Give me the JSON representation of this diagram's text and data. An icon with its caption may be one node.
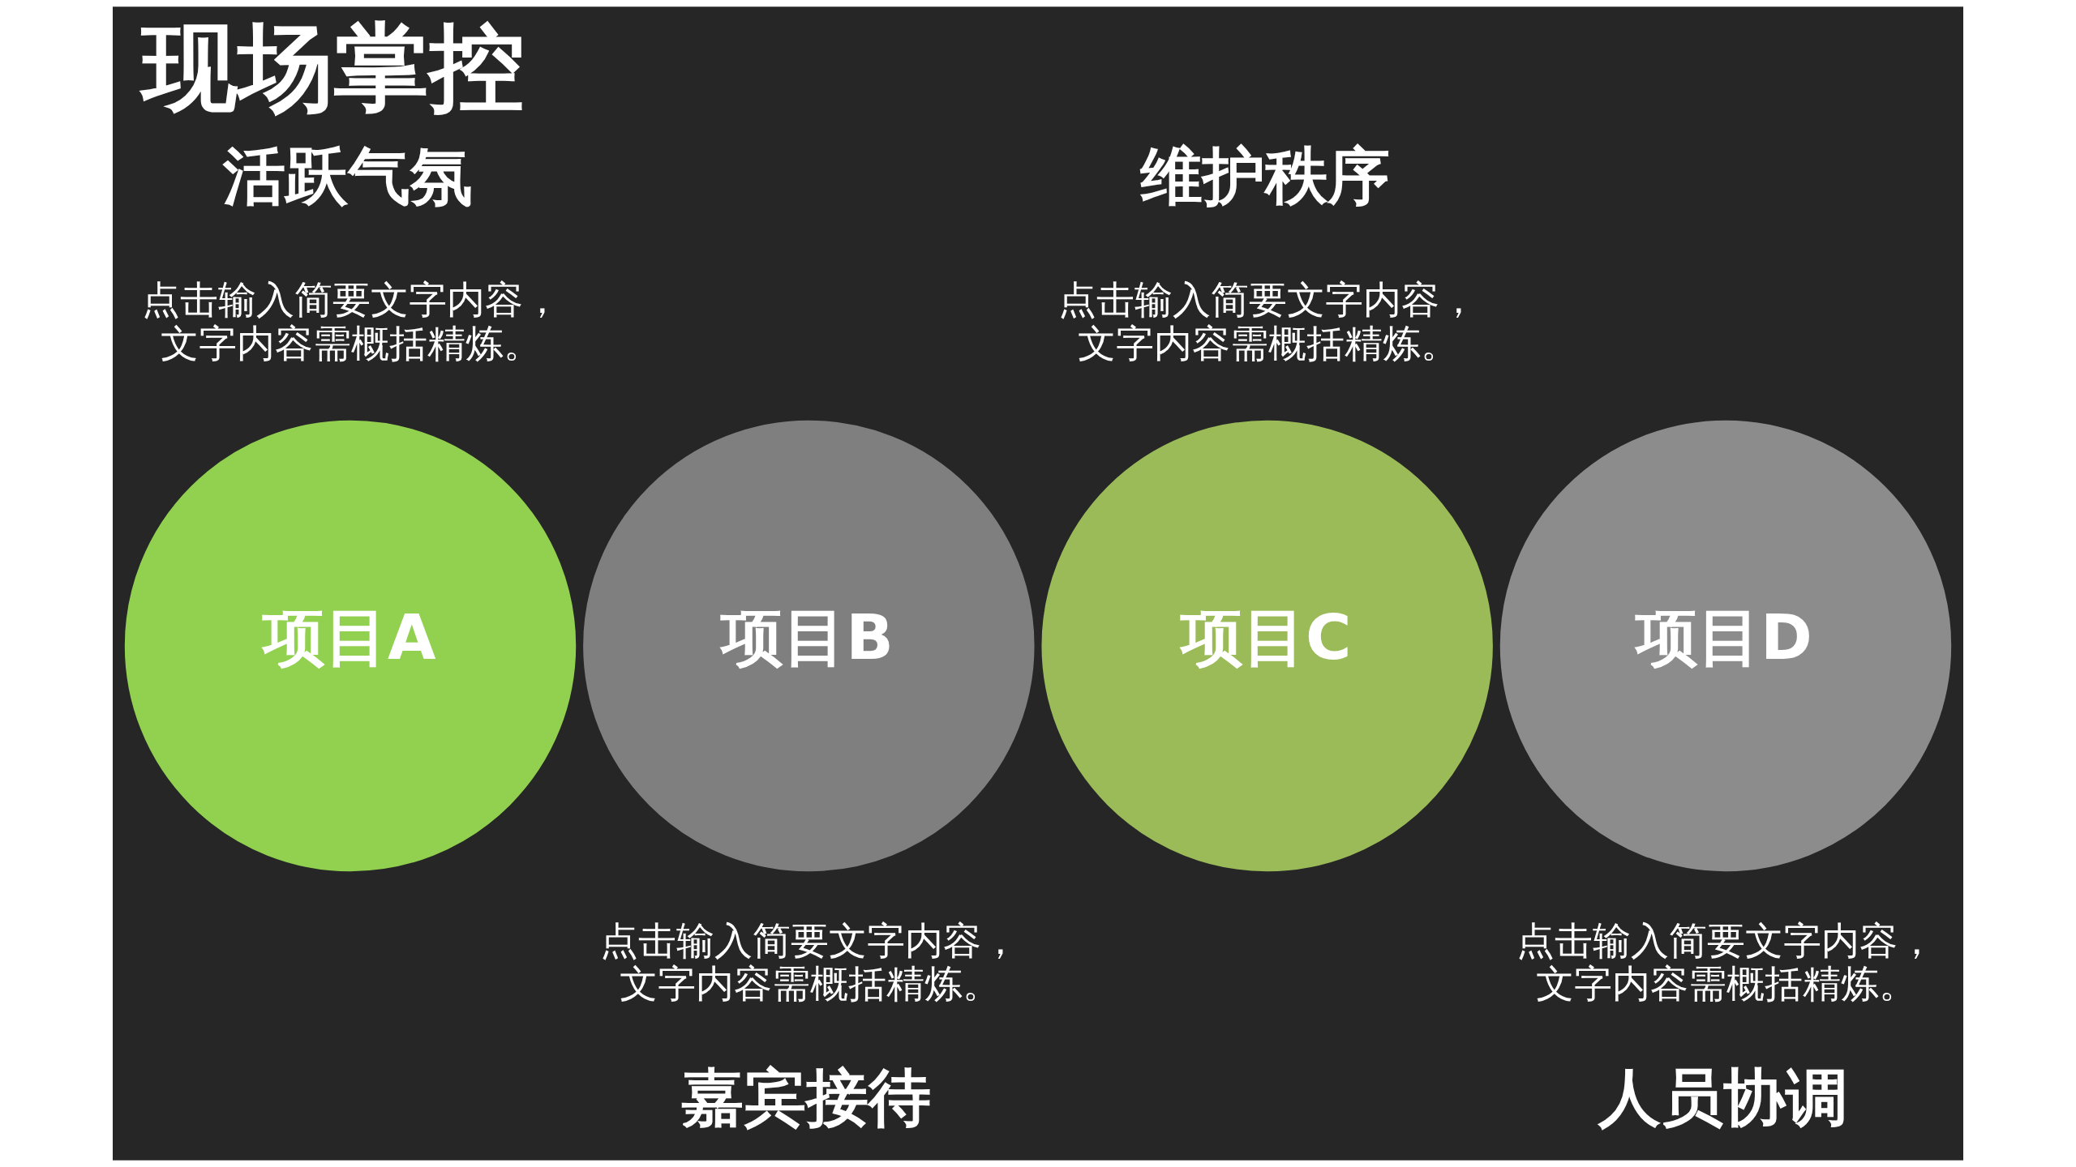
{
  "diagram": {
    "title": "现场掌控",
    "nodes": [
      {
        "text": [
          "项目A"
        ]
      },
      {
        "text": [
          "项目B"
        ]
      },
      {
        "text": [
          "项目C"
        ]
      },
      {
        "text": [
          "项目D"
        ]
      }
    ],
    "labels": [
      "活跃气氛",
      "维护秩序",
      "点击输入简要文字内容，文字内容需概括精炼。",
      "点击输入简要文字内容，文字内容需概括精炼。",
      "点击输入简要文字内容，文字内容需概括精炼。",
      "点击输入简要文字内容，文字内容需概括精炼。",
      "嘉宾接待",
      "人员协调"
    ]
  }
}
